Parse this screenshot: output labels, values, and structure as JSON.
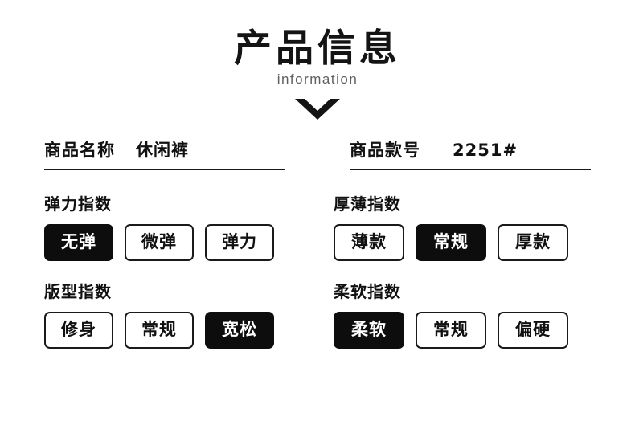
{
  "header": {
    "title": "产品信息",
    "subtitle": "information",
    "chevron_icon": "chevron-down-icon"
  },
  "name_row": [
    {
      "label": "商品名称",
      "value": "休闲裤"
    },
    {
      "label": "商品款号",
      "value": "2251#"
    }
  ],
  "groups": [
    {
      "label": "弹力指数",
      "options": [
        {
          "text": "无弹",
          "selected": true
        },
        {
          "text": "微弹",
          "selected": false
        },
        {
          "text": "弹力",
          "selected": false
        }
      ]
    },
    {
      "label": "厚薄指数",
      "options": [
        {
          "text": "薄款",
          "selected": false
        },
        {
          "text": "常规",
          "selected": true
        },
        {
          "text": "厚款",
          "selected": false
        }
      ]
    },
    {
      "label": "版型指数",
      "options": [
        {
          "text": "修身",
          "selected": false
        },
        {
          "text": "常规",
          "selected": false
        },
        {
          "text": "宽松",
          "selected": true
        }
      ]
    },
    {
      "label": "柔软指数",
      "options": [
        {
          "text": "柔软",
          "selected": true
        },
        {
          "text": "常规",
          "selected": false
        },
        {
          "text": "偏硬",
          "selected": false
        }
      ]
    }
  ],
  "colors": {
    "ink": "#0d0d0d",
    "background": "#ffffff",
    "subtitle": "#5f5f5f"
  }
}
